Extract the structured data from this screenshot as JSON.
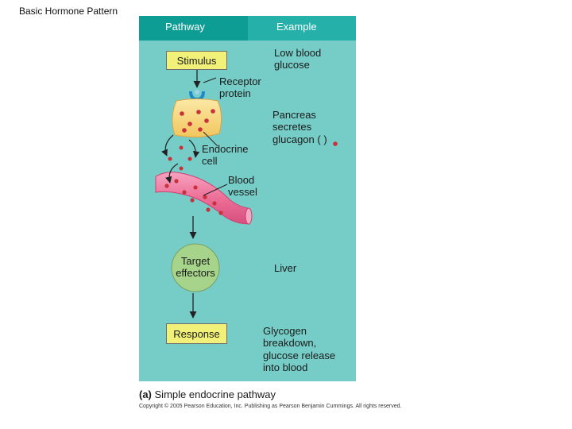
{
  "slide_title": "Basic Hormone Pattern",
  "header": {
    "pathway": "Pathway",
    "example": "Example"
  },
  "pathway": {
    "stimulus": "Stimulus",
    "receptor_protein": [
      "Receptor",
      "protein"
    ],
    "endocrine_cell": [
      "Endocrine",
      "cell"
    ],
    "blood_vessel": [
      "Blood",
      "vessel"
    ],
    "target_effectors": [
      "Target",
      "effectors"
    ],
    "response": "Response"
  },
  "example": {
    "stimulus": [
      "Low blood",
      "glucose"
    ],
    "endocrine": [
      "Pancreas",
      "secretes",
      "glucagon ( )"
    ],
    "target": "Liver",
    "response": [
      "Glycogen",
      "breakdown,",
      "glucose release",
      "into blood"
    ]
  },
  "caption": {
    "letter": "(a)",
    "text": "Simple endocrine pathway"
  },
  "copyright": "Copyright © 2005 Pearson Education, Inc. Publishing as Pearson Benjamin Cummings. All rights reserved.",
  "colors": {
    "panel": "#76cdc8",
    "header_left": "#0e9d94",
    "header_right": "#25b0a9",
    "yellow_box": "#f1f079",
    "endocrine_cell": "#f7d882",
    "hormone_dot": "#c8313a",
    "blood_vessel": "#ec6f98",
    "target_circle": "#a6d48a",
    "receptor": "#1e88c9"
  }
}
